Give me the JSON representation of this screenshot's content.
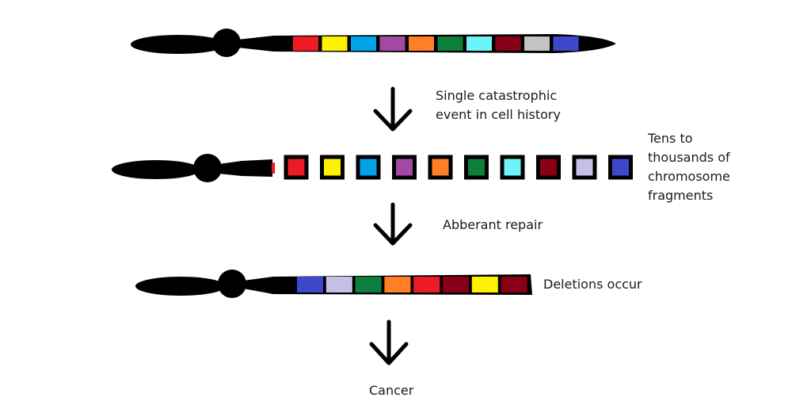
{
  "colors": {
    "outline": "#000000",
    "red": "#ed1c24",
    "yellow": "#fff200",
    "blue": "#00a2e8",
    "purple": "#a349a4",
    "orange": "#ff7f27",
    "green": "#0b7f3b",
    "cyan": "#6ff3fb",
    "maroon": "#880015",
    "gray": "#c3c3c3",
    "lavender": "#c8bfe7",
    "royal": "#3f48cc"
  },
  "stages": {
    "original": {
      "blocks": [
        "red",
        "yellow",
        "blue",
        "purple",
        "orange",
        "green",
        "cyan",
        "maroon",
        "gray",
        "royal"
      ]
    },
    "shattered": {
      "fragments": [
        "red",
        "yellow",
        "blue",
        "purple",
        "orange",
        "green",
        "cyan",
        "maroon",
        "lavender",
        "royal"
      ]
    },
    "repaired": {
      "blocks": [
        "royal",
        "lavender",
        "green",
        "orange",
        "red",
        "maroon",
        "yellow",
        "maroon"
      ]
    }
  },
  "labels": {
    "event": [
      "Single catastrophic",
      "event in cell history"
    ],
    "fragments": [
      "Tens to",
      "thousands of",
      "chromosome",
      "fragments"
    ],
    "repair": "Abberant repair",
    "deletions": "Deletions occur",
    "cancer": "Cancer"
  },
  "arrows": [
    "down-arrow-1",
    "down-arrow-2",
    "down-arrow-3"
  ]
}
